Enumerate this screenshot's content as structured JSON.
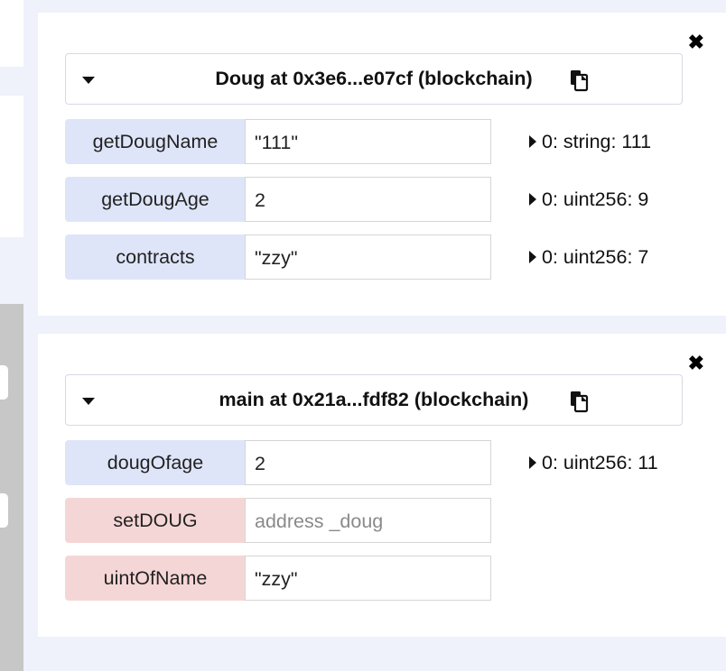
{
  "instances": [
    {
      "title": "Doug at 0x3e6...e07cf (blockchain)",
      "close_icon": "close-icon",
      "copy_icon": "clipboard-copy-icon",
      "functions": [
        {
          "name": "getDougName",
          "kind": "call",
          "input": "\"111\"",
          "placeholder": "",
          "result": "0: string: 111"
        },
        {
          "name": "getDougAge",
          "kind": "call",
          "input": "2",
          "placeholder": "",
          "result": "0: uint256: 9"
        },
        {
          "name": "contracts",
          "kind": "call",
          "input": "\"zzy\"",
          "placeholder": "",
          "result": "0: uint256: 7"
        }
      ]
    },
    {
      "title": "main at 0x21a...fdf82 (blockchain)",
      "close_icon": "close-icon",
      "copy_icon": "clipboard-copy-icon",
      "functions": [
        {
          "name": "dougOfage",
          "kind": "call",
          "input": "2",
          "placeholder": "",
          "result": "0: uint256: 11"
        },
        {
          "name": "setDOUG",
          "kind": "transact",
          "input": "",
          "placeholder": "address _doug",
          "result": ""
        },
        {
          "name": "uintOfName",
          "kind": "transact",
          "input": "\"zzy\"",
          "placeholder": "",
          "result": ""
        }
      ]
    }
  ],
  "colors": {
    "background": "#eff1fb",
    "call_button": "#dfe5f9",
    "transact_button": "#f5d6d6",
    "panel": "#ffffff"
  }
}
